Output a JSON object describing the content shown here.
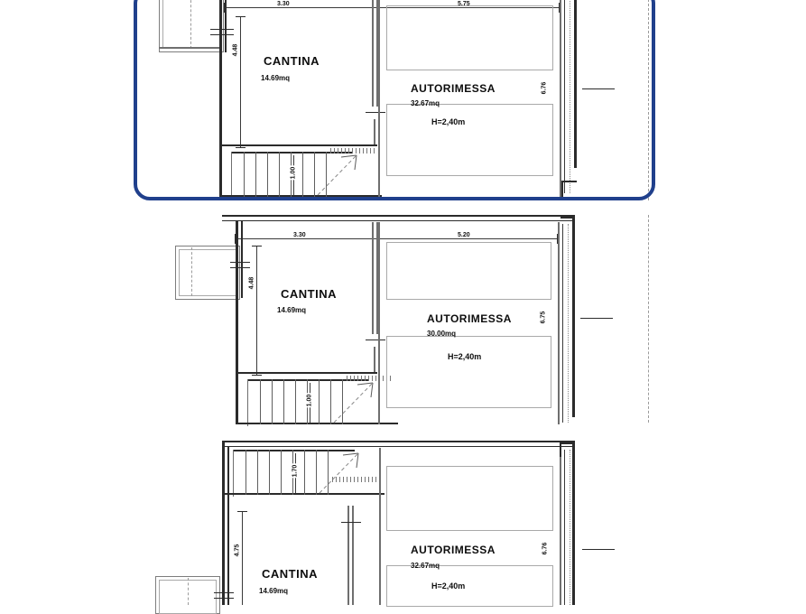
{
  "document": {
    "type": "architectural-floor-plan",
    "description": "Planimetria piano interrato con cantine e autorimesse",
    "background_color": "#ffffff",
    "line_color": "#2b2b2b",
    "highlight_color": "#20408c"
  },
  "highlight": {
    "name": "selected-unit-highlight",
    "style": "rounded-rectangle-outline",
    "color": "#20408c"
  },
  "units": [
    {
      "id": "unit-top",
      "highlighted": true,
      "cantina": {
        "name": "CANTINA",
        "area": "14.69mq",
        "width_dim": "3.30",
        "height_dim": "4.48"
      },
      "autorimessa": {
        "name": "AUTORIMESSA",
        "area": "32.67mq",
        "height_note": "H=2,40m",
        "width_dim": "5.75",
        "height_dim": "6.76"
      },
      "stair_dim": "1.00"
    },
    {
      "id": "unit-middle",
      "highlighted": false,
      "cantina": {
        "name": "CANTINA",
        "area": "14.69mq",
        "width_dim": "3.30",
        "height_dim": "4.48"
      },
      "autorimessa": {
        "name": "AUTORIMESSA",
        "area": "30.00mq",
        "height_note": "H=2,40m",
        "width_dim": "5.20",
        "height_dim": "6.75"
      },
      "stair_dim": "1.00"
    },
    {
      "id": "unit-bottom",
      "highlighted": false,
      "cantina": {
        "name": "CANTINA",
        "area": "14.69mq",
        "width_dim": "",
        "height_dim": "4.75"
      },
      "autorimessa": {
        "name": "AUTORIMESSA",
        "area": "32.67mq",
        "height_note": "H=2,40m",
        "width_dim": "",
        "height_dim": "6.76"
      },
      "stair_dim": "1.70"
    }
  ]
}
